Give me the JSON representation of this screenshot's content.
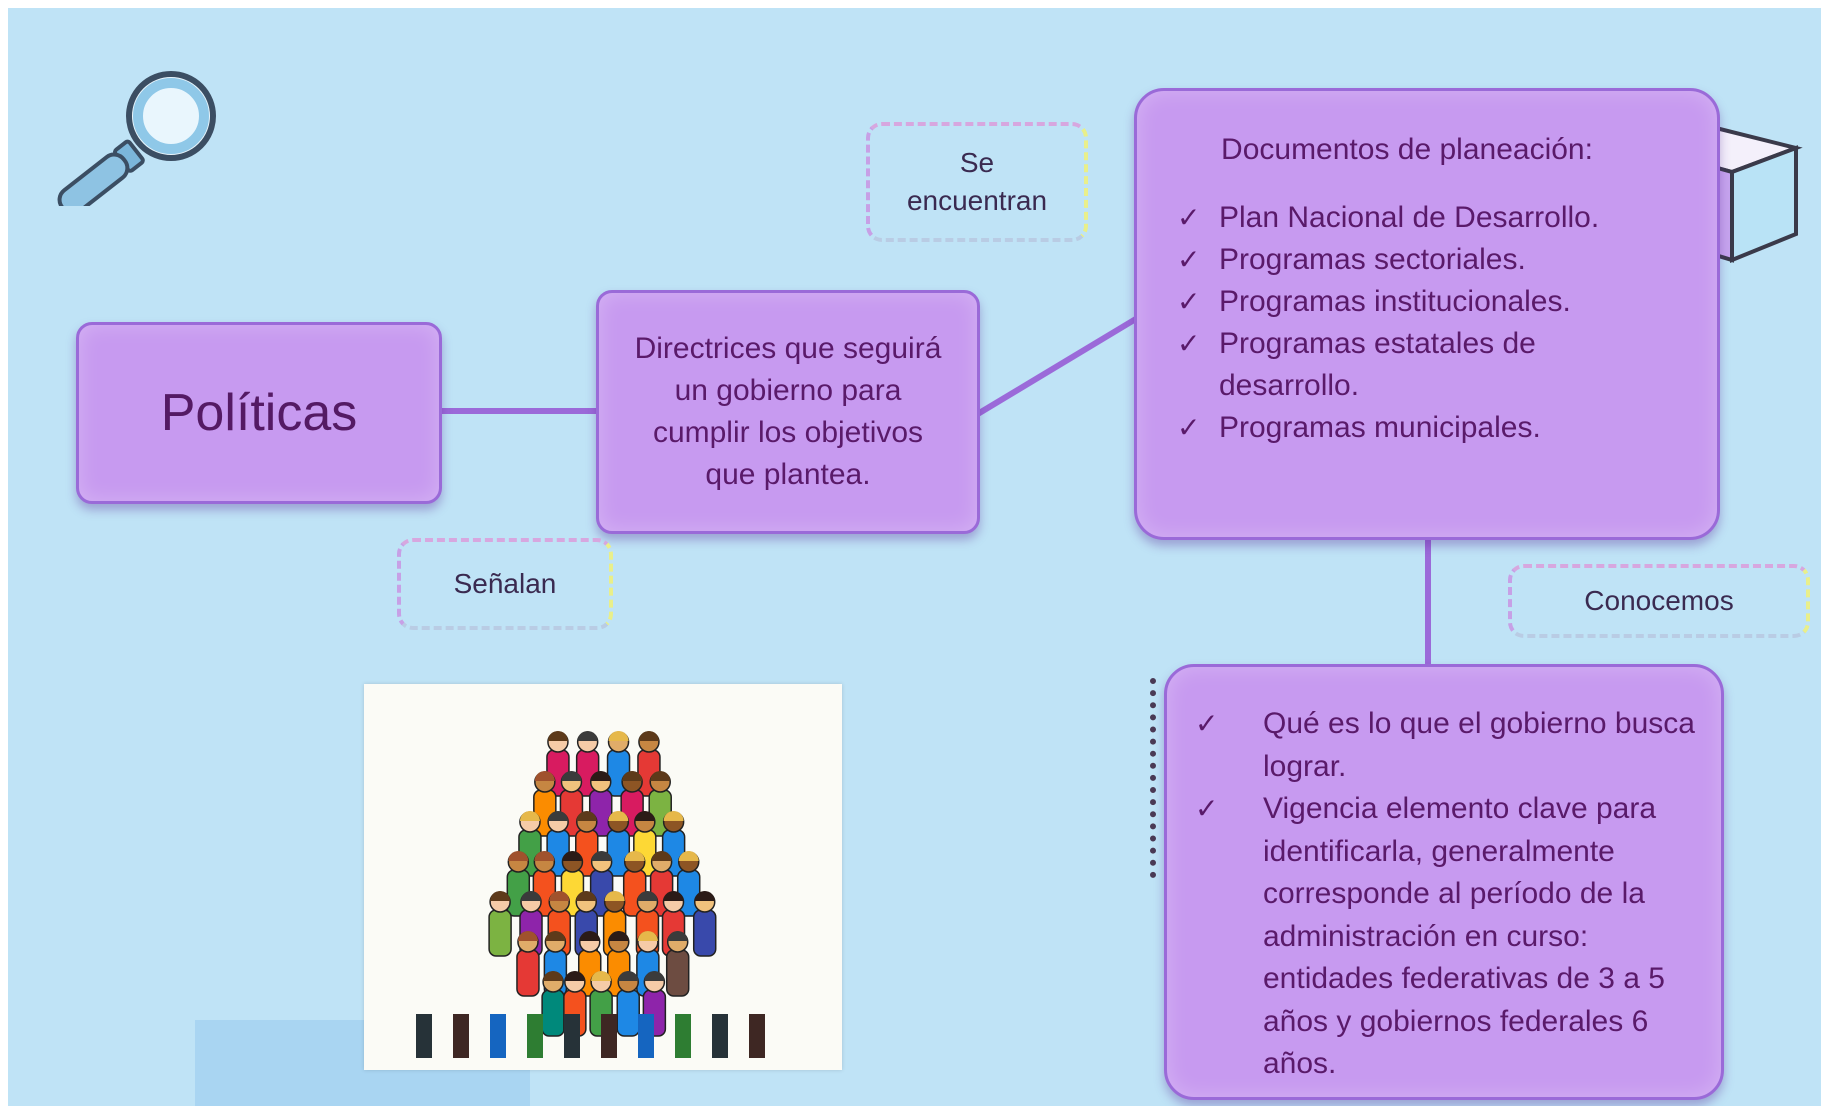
{
  "nodes": {
    "politicas": "Políticas",
    "directrices": "Directrices que seguirá un gobierno para cumplir los objetivos que plantea.",
    "documentos": {
      "title": "Documentos de planeación:",
      "items": [
        "Plan Nacional de Desarrollo.",
        "Programas sectoriales.",
        "Programas institucionales.",
        "Programas estatales de desarrollo.",
        "Programas municipales."
      ]
    },
    "conocemos_box": {
      "items": [
        "Qué es lo que el gobierno busca lograr.",
        "Vigencia elemento clave para identificarla, generalmente corresponde  al período de la administración en curso: entidades federativas de 3 a 5 años y gobiernos federales 6 años."
      ]
    }
  },
  "connectors": {
    "se_encuentran": "Se encuentran",
    "senalan": "Señalan",
    "conocemos": "Conocemos"
  },
  "icons": {
    "check": "✓",
    "magnifier": "magnifying-glass-icon",
    "cube": "cube-icon",
    "people": "crowd-illustration"
  },
  "colors": {
    "background": "#bfe3f6",
    "box_fill": "#c79af0",
    "box_border": "#9a6ad8",
    "text": "#5a1a6a",
    "line": "#9b6ad9"
  }
}
